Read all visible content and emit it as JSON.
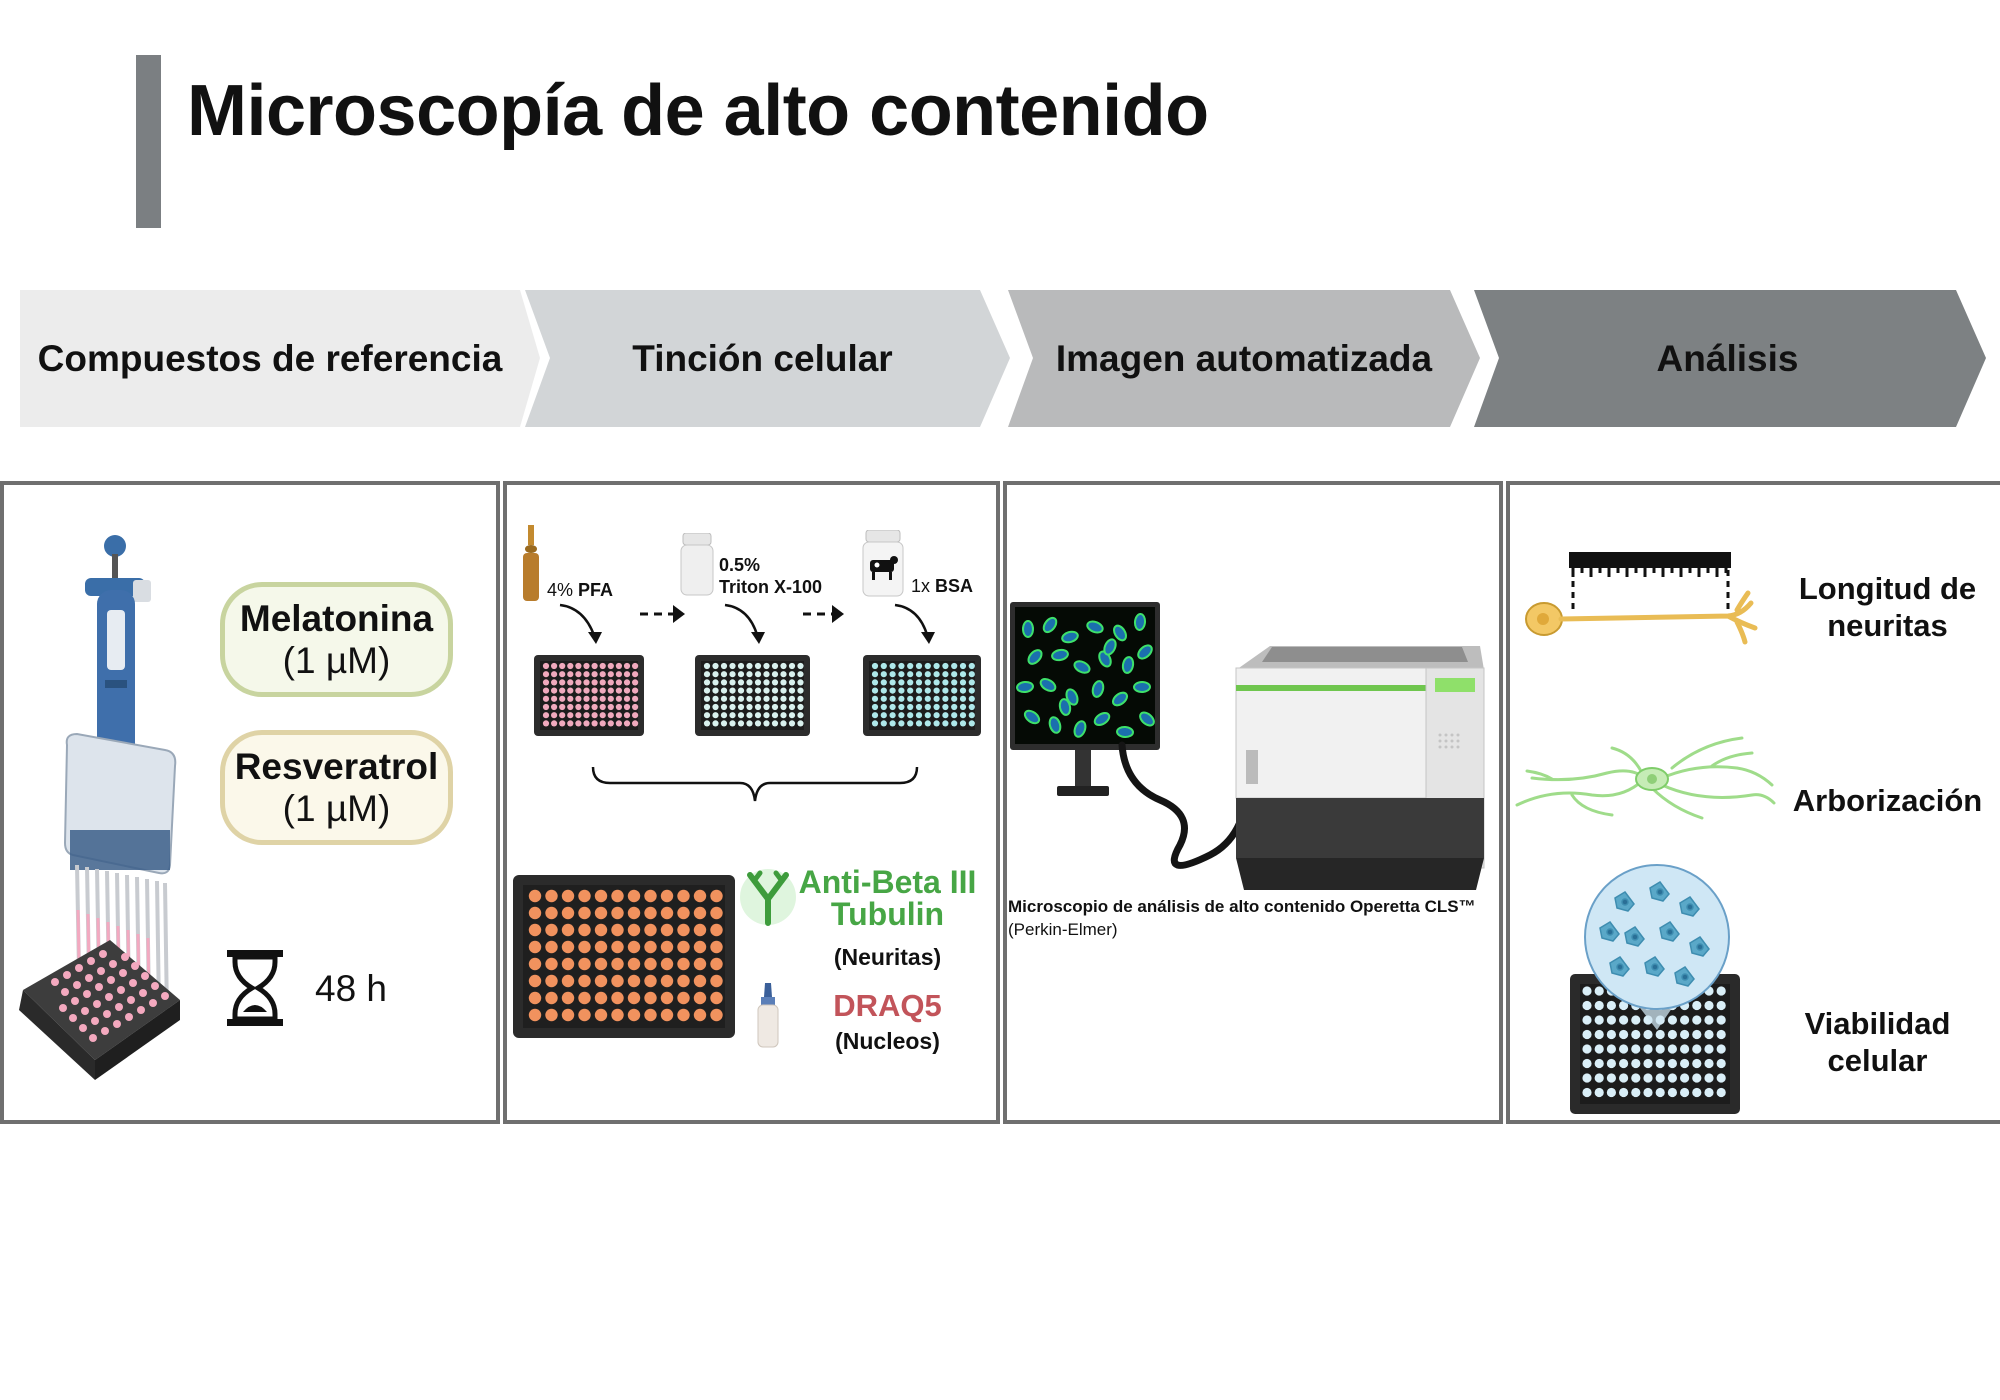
{
  "title": "Microscopía de alto contenido",
  "steps": [
    {
      "label": "Compuestos de referencia",
      "color": "#ececec"
    },
    {
      "label": "Tinción celular",
      "color": "#d2d5d7"
    },
    {
      "label": "Imagen automatizada",
      "color": "#b9babb"
    },
    {
      "label": "Análisis",
      "color": "#7d8183"
    }
  ],
  "panel1": {
    "compounds": [
      {
        "name": "Melatonina",
        "dose": "(1 µM)",
        "border": "#c8d49f",
        "fill": "#f5f8ea"
      },
      {
        "name": "Resveratrol",
        "dose": "(1 µM)",
        "border": "#dfd3a6",
        "fill": "#fbf8ea"
      }
    ],
    "duration": "48 h",
    "icons": [
      "multichannel-pipette-icon",
      "well-plate-icon",
      "hourglass-icon"
    ]
  },
  "panel2": {
    "reagents": [
      {
        "pre": "4%",
        "name": "PFA",
        "icon": "ampoule-icon"
      },
      {
        "pre": "0.5%",
        "name": "Triton X-100",
        "icon": "bottle-icon"
      },
      {
        "pre": "1x",
        "name": "BSA",
        "icon": "cow-bottle-icon"
      }
    ],
    "plate_well_colors": [
      "#f0a9bd",
      "#d9f1ee",
      "#aee8ea"
    ],
    "result_well_color": "#f1925e",
    "antibody": {
      "line1": "Anti-Beta III",
      "line2": "Tubulin",
      "target": "(Neuritas)",
      "color": "#47a645"
    },
    "nuclear": {
      "name": "DRAQ5",
      "target": "(Nucleos)",
      "color": "#c2545a"
    }
  },
  "panel3": {
    "caption": "Microscopio de análisis de alto contenido Operetta CLS™",
    "maker": "(Perkin-Elmer)",
    "icons": [
      "monitor-icon",
      "microscope-icon"
    ]
  },
  "panel4": {
    "items": [
      {
        "line1": "Longitud de",
        "line2": "neuritas",
        "icon": "neuron-ruler-icon"
      },
      {
        "line1": "Arborización",
        "line2": "",
        "icon": "arborization-icon"
      },
      {
        "line1": "Viabilidad",
        "line2": "celular",
        "icon": "viability-plate-icon"
      }
    ]
  }
}
